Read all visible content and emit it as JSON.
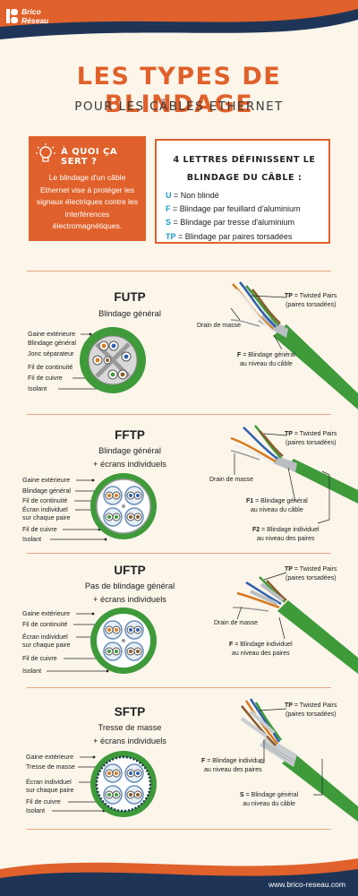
{
  "brand": {
    "line1": "Brico",
    "line2": "Réseau"
  },
  "header": {
    "title": "LES TYPES DE BLINDAGE",
    "subtitle": "POUR LES CÂBLES ETHERNET"
  },
  "purpose": {
    "title": "À QUOI ÇA SERT ?",
    "text": "Le blindage d'un câble Ethernet vise à protéger les signaux électriques contre les interférences électromagnétiques."
  },
  "letters": {
    "title_line1": "4 LETTRES DÉFINISSENT LE",
    "title_line2": "BLINDAGE DU CÂBLE :",
    "items": [
      {
        "k": "U",
        "v": " = Non blindé"
      },
      {
        "k": "F",
        "v": " = Blindage par feuillard d'aluminium"
      },
      {
        "k": "S",
        "v": " = Blindage par tresse d'aluminium"
      },
      {
        "k": "TP",
        "v": " = Blindage par paires torsadées"
      }
    ]
  },
  "futp": {
    "title": "FUTP",
    "subtitle": "Blindage général",
    "left_labels": [
      "Gaine extérieure",
      "Blindage général",
      "Jonc séparateur",
      "Fil de continuité",
      "Fil de cuivre",
      "Isolant"
    ],
    "tp_bold": "TP",
    "tp_rest": " = Twisted Pairs",
    "tp_line2": "(paires torsadées)",
    "drain": "Drain de masse",
    "f_bold": "F",
    "f_rest": " = Blindage général",
    "f_line2": "au niveau du câble"
  },
  "fftp": {
    "title": "FFTP",
    "subtitle1": "Blindage général",
    "subtitle2": "+ écrans individuels",
    "left_labels": [
      "Gaine extérieure",
      "Blindage général",
      "Fil de continuité",
      "Écran individuel",
      "sur chaque paire",
      "Fil de cuivre",
      "Isolant"
    ],
    "tp_bold": "TP",
    "tp_rest": " = Twisted Pairs",
    "tp_line2": "(paires torsadées)",
    "drain": "Drain de masse",
    "f1_bold": "F1",
    "f1_rest": " = Blindage général",
    "f1_line2": "au niveau du câble",
    "f2_bold": "F2",
    "f2_rest": " = Blindage individuel",
    "f2_line2": "au niveau des paires"
  },
  "uftp": {
    "title": "UFTP",
    "subtitle1": "Pas de blindage général",
    "subtitle2": "+ écrans individuels",
    "left_labels": [
      "Gaine extérieure",
      "Fil de continuité",
      "Écran individuel",
      "sur chaque paire",
      "Fil de cuivre",
      "Isolant"
    ],
    "tp_bold": "TP",
    "tp_rest": " = Twisted Pairs",
    "tp_line2": "(paires torsadées)",
    "drain": "Drain de masse",
    "f_bold": "F",
    "f_rest": " = Blindage individuel",
    "f_line2": "au niveau des paires"
  },
  "sftp": {
    "title": "SFTP",
    "subtitle1": "Tresse de masse",
    "subtitle2": "+ écrans individuels",
    "left_labels": [
      "Gaine extérieure",
      "Tresse de masse",
      "Écran individuel",
      "sur chaque paire",
      "Fil de cuivre",
      "Isolant"
    ],
    "tp_bold": "TP",
    "tp_rest": " = Twisted Pairs",
    "tp_line2": "(paires torsadées)",
    "f_bold": "F",
    "f_rest": " = Blindage individuel",
    "f_line2": "au niveau des paires",
    "s_bold": "S",
    "s_rest": " = Blindage général",
    "s_line2": "au niveau du câble"
  },
  "footer": {
    "url": "www.brico-reseau.com"
  },
  "colors": {
    "accent": "#E0612B",
    "navy": "#1E3557",
    "letter_key": "#1E9BC7",
    "cable_green": "#3F9A3A"
  }
}
